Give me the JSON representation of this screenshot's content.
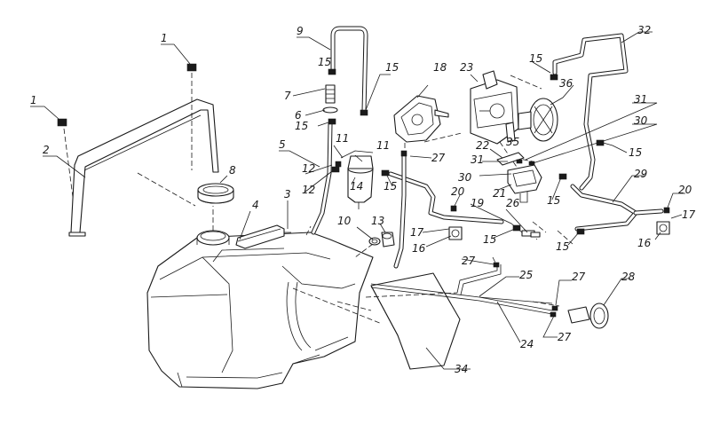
{
  "callouts": [
    {
      "id": "c1a",
      "text": "1"
    },
    {
      "id": "c1b",
      "text": "1"
    },
    {
      "id": "c2",
      "text": "2"
    },
    {
      "id": "c3",
      "text": "3"
    },
    {
      "id": "c4",
      "text": "4"
    },
    {
      "id": "c5",
      "text": "5"
    },
    {
      "id": "c6",
      "text": "6"
    },
    {
      "id": "c7",
      "text": "7"
    },
    {
      "id": "c8",
      "text": "8"
    },
    {
      "id": "c9",
      "text": "9"
    },
    {
      "id": "c10",
      "text": "10"
    },
    {
      "id": "c11a",
      "text": "11"
    },
    {
      "id": "c11b",
      "text": "11"
    },
    {
      "id": "c12a",
      "text": "12"
    },
    {
      "id": "c12b",
      "text": "12"
    },
    {
      "id": "c13",
      "text": "13"
    },
    {
      "id": "c14",
      "text": "14"
    },
    {
      "id": "c15a",
      "text": "15"
    },
    {
      "id": "c15b",
      "text": "15"
    },
    {
      "id": "c15c",
      "text": "15"
    },
    {
      "id": "c15d",
      "text": "15"
    },
    {
      "id": "c15e",
      "text": "15"
    },
    {
      "id": "c15f",
      "text": "15"
    },
    {
      "id": "c15g",
      "text": "15"
    },
    {
      "id": "c15h",
      "text": "15"
    },
    {
      "id": "c15i",
      "text": "15"
    },
    {
      "id": "c16a",
      "text": "16"
    },
    {
      "id": "c16b",
      "text": "16"
    },
    {
      "id": "c17a",
      "text": "17"
    },
    {
      "id": "c17b",
      "text": "17"
    },
    {
      "id": "c18",
      "text": "18"
    },
    {
      "id": "c19",
      "text": "19"
    },
    {
      "id": "c20a",
      "text": "20"
    },
    {
      "id": "c20b",
      "text": "20"
    },
    {
      "id": "c21",
      "text": "21"
    },
    {
      "id": "c22",
      "text": "22"
    },
    {
      "id": "c23",
      "text": "23"
    },
    {
      "id": "c24",
      "text": "24"
    },
    {
      "id": "c25",
      "text": "25"
    },
    {
      "id": "c26",
      "text": "26"
    },
    {
      "id": "c27a",
      "text": "27"
    },
    {
      "id": "c27b",
      "text": "27"
    },
    {
      "id": "c27c",
      "text": "27"
    },
    {
      "id": "c27d",
      "text": "27"
    },
    {
      "id": "c28",
      "text": "28"
    },
    {
      "id": "c29",
      "text": "29"
    },
    {
      "id": "c30a",
      "text": "30"
    },
    {
      "id": "c30b",
      "text": "30"
    },
    {
      "id": "c31a",
      "text": "31"
    },
    {
      "id": "c31b",
      "text": "31"
    },
    {
      "id": "c32",
      "text": "32"
    },
    {
      "id": "c34",
      "text": "34"
    },
    {
      "id": "c35",
      "text": "35"
    },
    {
      "id": "c36",
      "text": "36"
    }
  ]
}
